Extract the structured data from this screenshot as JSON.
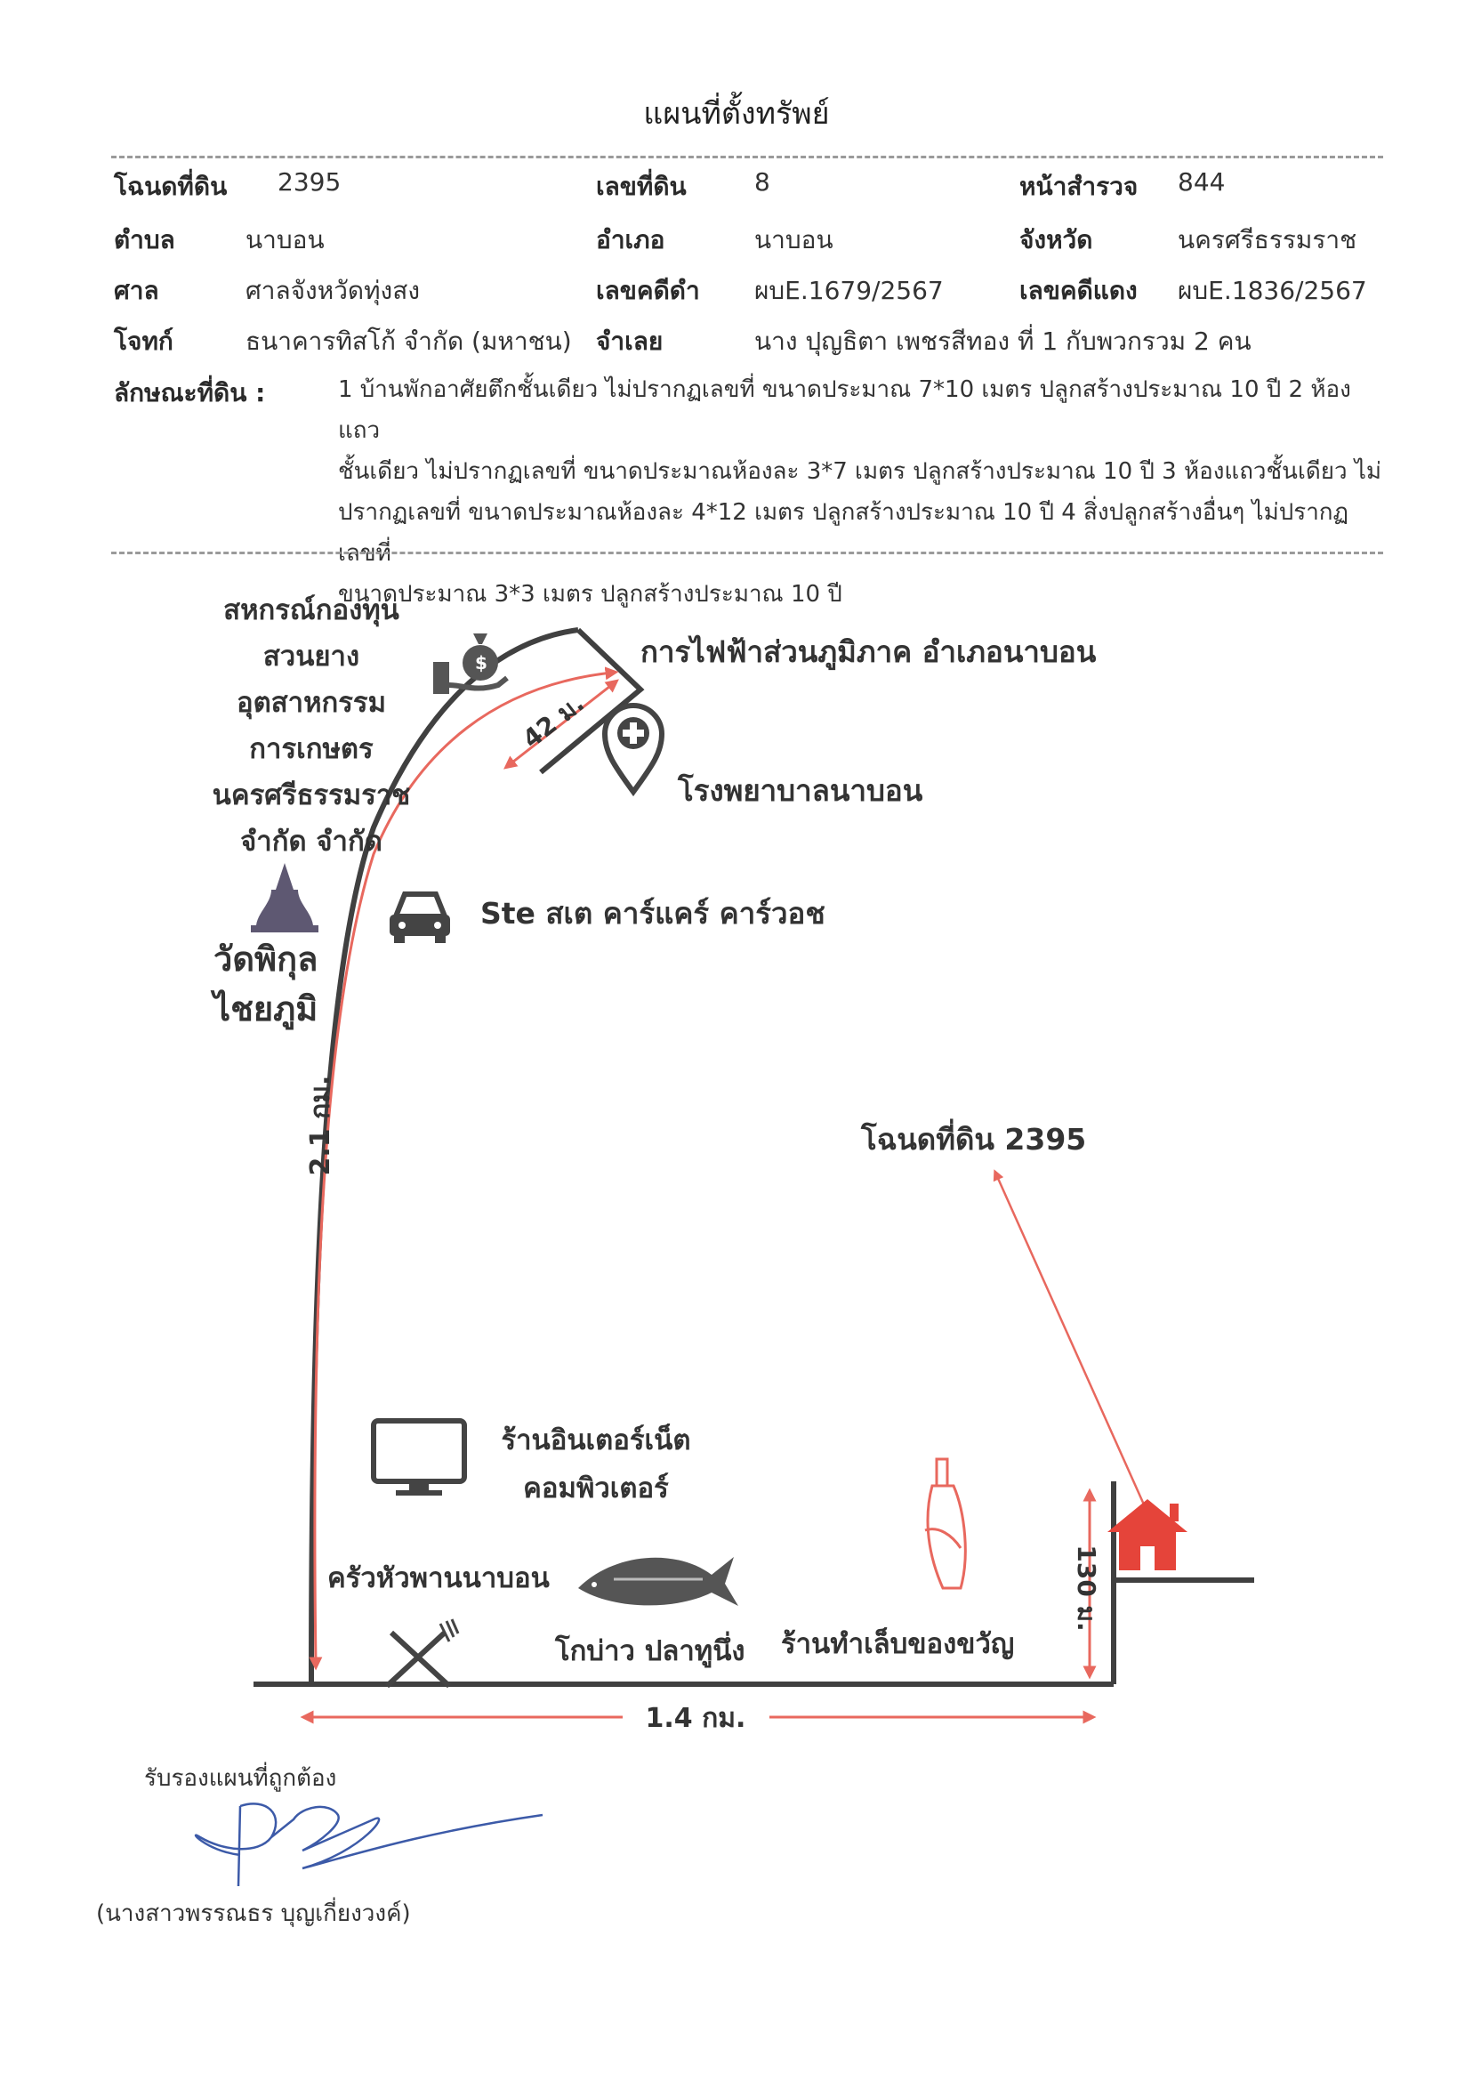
{
  "header": {
    "title": "แผนที่ตั้งทรัพย์"
  },
  "info": {
    "deed_label": "โฉนดที่ดิน",
    "deed_value": "2395",
    "land_no_label": "เลขที่ดิน",
    "land_no_value": "8",
    "survey_label": "หน้าสำรวจ",
    "survey_value": "844",
    "subdistrict_label": "ตำบล",
    "subdistrict_value": "นาบอน",
    "district_label": "อำเภอ",
    "district_value": "นาบอน",
    "province_label": "จังหวัด",
    "province_value": "นครศรีธรรมราช",
    "court_label": "ศาล",
    "court_value": "ศาลจังหวัดทุ่งสง",
    "black_case_label": "เลขคดีดำ",
    "black_case_value": "ผบE.1679/2567",
    "red_case_label": "เลขคดีแดง",
    "red_case_value": "ผบE.1836/2567",
    "plaintiff_label": "โจทก์",
    "plaintiff_value": "ธนาคารทิสโก้ จำกัด (มหาชน)",
    "defendant_label": "จำเลย",
    "defendant_value": "นาง ปุญธิตา เพชรสีทอง  ที่ 1  กับพวกรวม 2 คน",
    "land_char_label": "ลักษณะที่ดิน :",
    "land_char_lines": [
      "1 บ้านพักอาศัยตึกชั้นเดียว ไม่ปรากฏเลขที่ ขนาดประมาณ 7*10 เมตร ปลูกสร้างประมาณ  10 ปี 2 ห้องแถว",
      "ชั้นเดียว ไม่ปรากฏเลขที่ ขนาดประมาณห้องละ  3*7 เมตร ปลูกสร้างประมาณ 10 ปี 3 ห้องแถวชั้นเดียว ไม่",
      "ปรากฏเลขที่ ขนาดประมาณห้องละ 4*12 เมตร ปลูกสร้างประมาณ 10 ปี 4 สิ่งปลูกสร้างอื่นๆ ไม่ปรากฏเลขที่",
      "ขนาดประมาณ 3*3 เมตร ปลูกสร้างประมาณ 10 ปี"
    ]
  },
  "map": {
    "coop_lines": [
      "สหกรณ์กองทุน",
      "สวนยาง",
      "อุตสาหกรรม",
      "การเกษตร",
      "นครศรีธรรมราช",
      "จำกัด จำกัด"
    ],
    "temple_lines": [
      "วัดพิกุล",
      "ไชยภูมิ"
    ],
    "electricity": "การไฟฟ้าส่วนภูมิภาค อำเภอนาบอน",
    "hospital": "โรงพยาบาลนาบอน",
    "car_care": "Ste สเต คาร์แคร์ คาร์วอช",
    "deed_marker": "โฉนดที่ดิน 2395",
    "internet_lines": [
      "ร้านอินเตอร์เน็ต",
      "คอมพิวเตอร์"
    ],
    "kitchen": "ครัวหัวพานนาบอน",
    "fish_shop": "โกบ่าว ปลาทูนึ่ง",
    "nail_shop": "ร้านทำเล็บของขวัญ",
    "dist_42m": "42 ม.",
    "dist_21km": "2.1 กม.",
    "dist_14km": "1.4 กม.",
    "dist_130m": "130 ม.",
    "colors": {
      "road": "#404040",
      "arrow": "#e8685e",
      "house": "#e5443a"
    }
  },
  "footer": {
    "certify": "รับรองแผนที่ถูกต้อง",
    "signer": "(นางสาวพรรณธร บุญเกี่ยงวงค์)"
  }
}
